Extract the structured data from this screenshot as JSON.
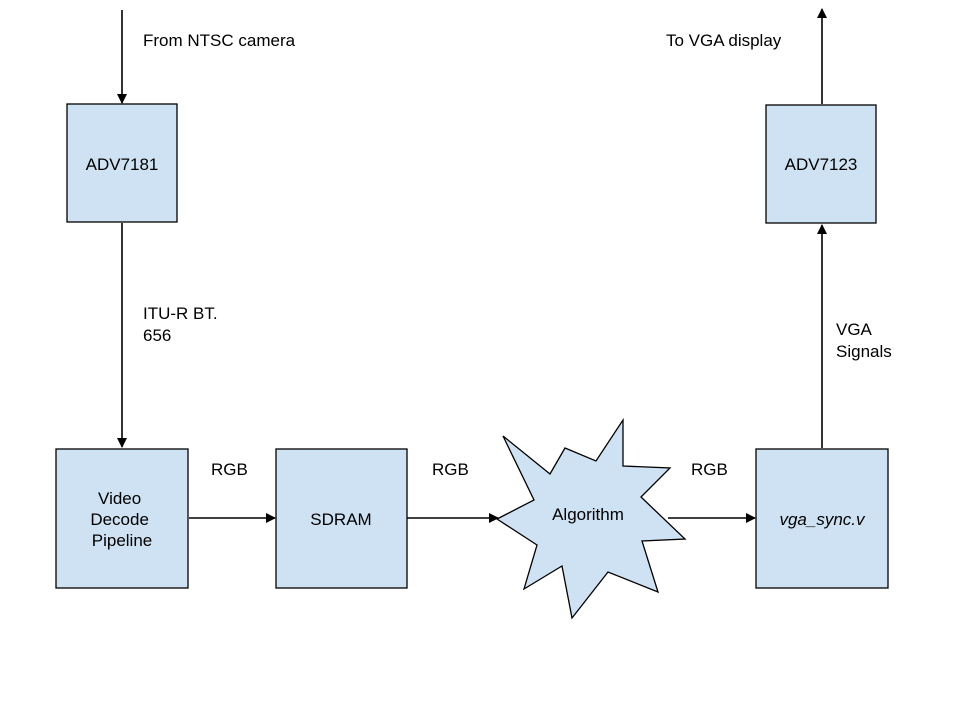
{
  "diagram": {
    "nodes": {
      "adv7181": {
        "label": "ADV7181"
      },
      "adv7123": {
        "label": "ADV7123"
      },
      "pipeline": {
        "lines": [
          "Video",
          "Decode",
          "Pipeline"
        ]
      },
      "sdram": {
        "label": "SDRAM"
      },
      "algorithm": {
        "label": "Algorithm"
      },
      "vga_sync": {
        "label": "vga_sync.v"
      }
    },
    "edges": {
      "from_camera": {
        "label": "From NTSC camera"
      },
      "to_display": {
        "label": "To VGA display"
      },
      "itu": {
        "lines": [
          "ITU-R BT.",
          "656"
        ]
      },
      "vga_signals": {
        "lines": [
          "VGA",
          "Signals"
        ]
      },
      "rgb_1": {
        "label": "RGB"
      },
      "rgb_2": {
        "label": "RGB"
      },
      "rgb_3": {
        "label": "RGB"
      }
    },
    "colors": {
      "box_fill": "#cfe2f3",
      "stroke": "#000000"
    }
  }
}
